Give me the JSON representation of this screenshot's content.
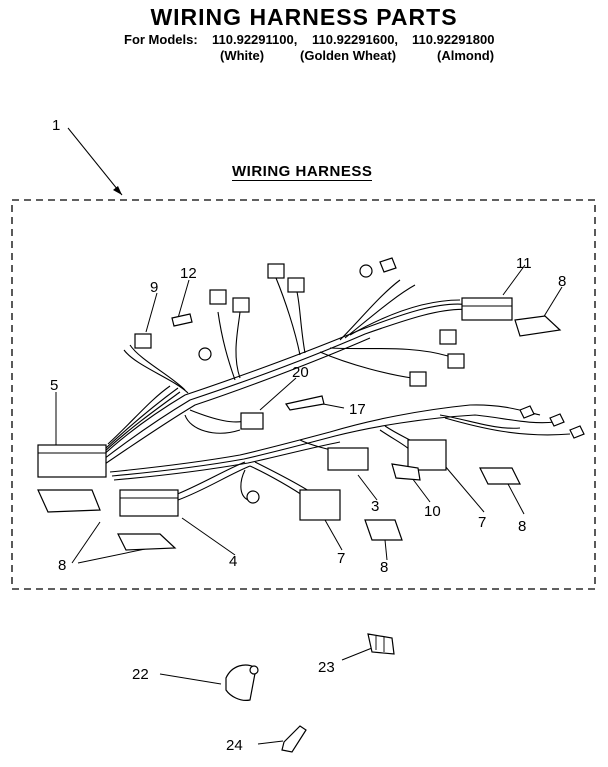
{
  "header": {
    "title": "WIRING HARNESS PARTS",
    "models_prefix": "For Models:",
    "models": [
      "110.92291100,",
      "110.92291600,",
      "110.92291800"
    ],
    "colors": [
      "(White)",
      "(Golden Wheat)",
      "(Almond)"
    ]
  },
  "section_title": "WIRING HARNESS",
  "callouts": {
    "c1": "1",
    "c3": "3",
    "c4": "4",
    "c5": "5",
    "c7a": "7",
    "c7b": "7",
    "c8a": "8",
    "c8b": "8",
    "c8c": "8",
    "c8d": "8",
    "c9": "9",
    "c10": "10",
    "c11": "11",
    "c12": "12",
    "c17": "17",
    "c20": "20",
    "c22": "22",
    "c23": "23",
    "c24": "24"
  },
  "colors": {
    "ink": "#000000",
    "paper": "#ffffff"
  }
}
